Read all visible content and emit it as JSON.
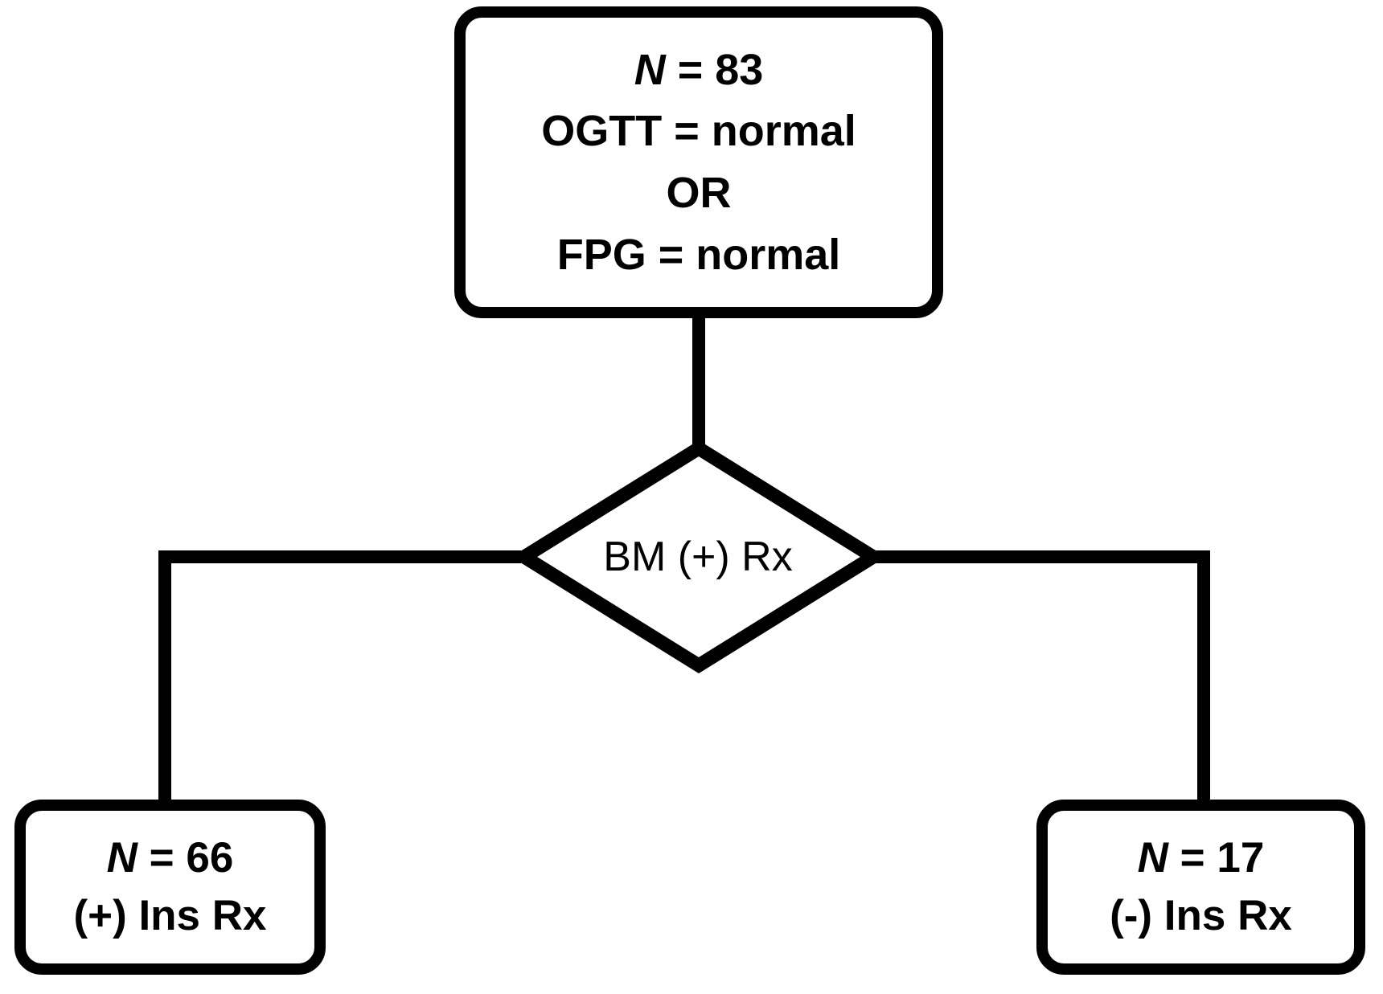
{
  "diagram": {
    "title": "OGTT / FPG normal cohort flow diagram",
    "background_color": "#ffffff",
    "stroke_color": "#000000",
    "nodes": {
      "top": {
        "shape": "rounded-rectangle",
        "lines": [
          {
            "prefix_italic": "N",
            "rest": " = 83"
          },
          {
            "prefix_italic": "",
            "rest": "OGTT = normal"
          },
          {
            "prefix_italic": "",
            "rest": "OR"
          },
          {
            "prefix_italic": "",
            "rest": "FPG = normal"
          }
        ],
        "line_texts": [
          "N = 83",
          "OGTT = normal",
          "OR",
          "FPG = normal"
        ]
      },
      "decision": {
        "shape": "diamond",
        "label": "BM (+) Rx"
      },
      "left": {
        "shape": "rounded-rectangle",
        "line_texts": [
          "N = 66",
          "(+) Ins Rx"
        ],
        "lines": [
          {
            "prefix_italic": "N",
            "rest": " = 66"
          },
          {
            "prefix_italic": "",
            "rest": "(+) Ins Rx"
          }
        ]
      },
      "right": {
        "shape": "rounded-rectangle",
        "line_texts": [
          "N = 17",
          "(-) Ins Rx"
        ],
        "lines": [
          {
            "prefix_italic": "N",
            "rest": " = 17"
          },
          {
            "prefix_italic": "",
            "rest": "(-) Ins Rx"
          }
        ]
      }
    },
    "edges": [
      {
        "from": "top",
        "to": "decision",
        "style": "straight-vertical"
      },
      {
        "from": "decision",
        "to": "left",
        "style": "elbow-left"
      },
      {
        "from": "decision",
        "to": "right",
        "style": "elbow-right"
      }
    ]
  }
}
